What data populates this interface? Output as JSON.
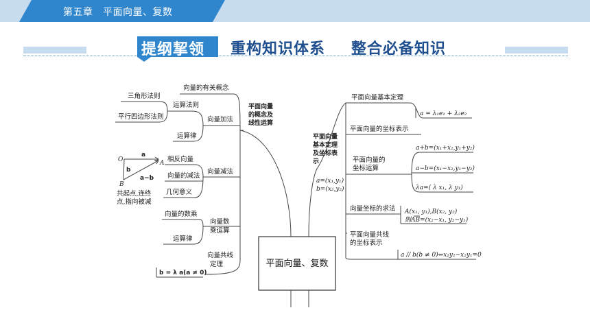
{
  "header": {
    "chapter": "第五章　平面向量、复数",
    "badge": "提纲挈领",
    "title_part1": "重构知识体系",
    "title_part2": "整合必备知识"
  },
  "center": {
    "label": "平面向量、复数"
  },
  "left": {
    "branch_title": [
      "平面向量",
      "的概念及",
      "线性运算"
    ],
    "related_concepts": "向量的有关概念",
    "addition": {
      "label": "向量加法",
      "rules_label": "运算法则",
      "triangle": "三角形法则",
      "parallelogram": "平行四边形法则",
      "laws": "运算律"
    },
    "subtraction": {
      "label": "向量减法",
      "opposite": "相反向量",
      "sub_rule": "向量的减法",
      "geometric": "几何意义",
      "diagram_O": "O",
      "diagram_A": "A",
      "diagram_B": "B",
      "diagram_a": "a",
      "diagram_b": "b",
      "diagram_amb": "a−b",
      "note_line1": "共起点,连终",
      "note_line2": "点,指向被减"
    },
    "scalar": {
      "label_line1": "向量数",
      "label_line2": "乘运算",
      "number_mult": "向量的数乘",
      "laws": "运算律"
    },
    "collinear": {
      "label_line1": "向量共线",
      "label_line2": "定理",
      "formula": "b = λ a(a ≠ 0)"
    }
  },
  "right": {
    "branch_title": [
      "平面向量",
      "基本定理",
      "及坐标表",
      "示"
    ],
    "coords_a": "a=(x₁,y₁)",
    "coords_b": "b=(x₂,y₂)",
    "basic_theorem": "平面向量基本定理",
    "basic_formula": "a = λ₁e₁ + λ₂e₂",
    "coord_repr": "平面向量的坐标表示",
    "coord_ops_line1": "平面向量的",
    "coord_ops_line2": "坐标运算",
    "op_add": "a+b=(x₁+x₂,y₁+y₂)",
    "op_sub": "a−b=(x₁−x₂,y₁−y₂)",
    "op_scalar": "λa=( λ x₁, λ y₁)",
    "coord_method": "向量坐标的求法",
    "method_points": "A(x₁, y₁),B(x₂, y₂)",
    "method_result": "则AB=(x₂−x₁, y₂−y₁)",
    "collinear_line1": "平面向量共线",
    "collinear_line2": "的坐标表示",
    "collinear_formula": "a // b(b ≠ 0)⇔x₁y₂−x₂y₁=0"
  }
}
